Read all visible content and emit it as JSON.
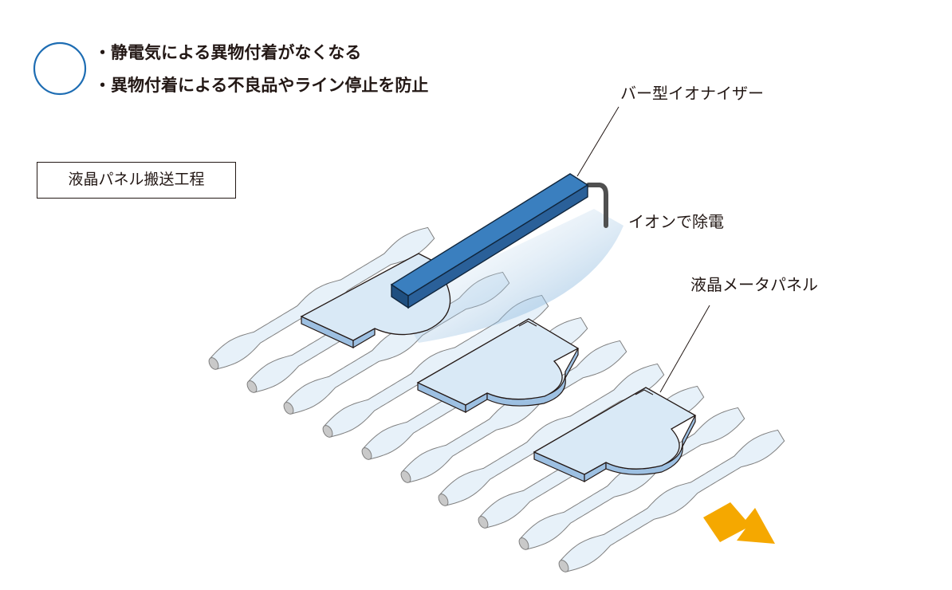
{
  "evaluation": {
    "symbol": "○",
    "symbol_color": "#1e6db3",
    "points": [
      "・静電気による異物付着がなくなる",
      "・異物付着による不良品やライン停止を防止"
    ]
  },
  "process_label": "液晶パネル搬送工程",
  "labels": {
    "ionizer": "バー型イオナイザー",
    "ion_discharge": "イオンで除電",
    "panel": "液晶メータパネル"
  },
  "colors": {
    "ionizer_top": "#3a7fbf",
    "ionizer_front": "#2a6099",
    "ion_field": "#5a9ad0",
    "panel_top": "#d9e9f6",
    "panel_side": "#9dc0e2",
    "roller": "#e7f1f9",
    "arrow": "#f5a800"
  },
  "icons": [
    "circle-mark-icon",
    "direction-arrow-icon"
  ]
}
